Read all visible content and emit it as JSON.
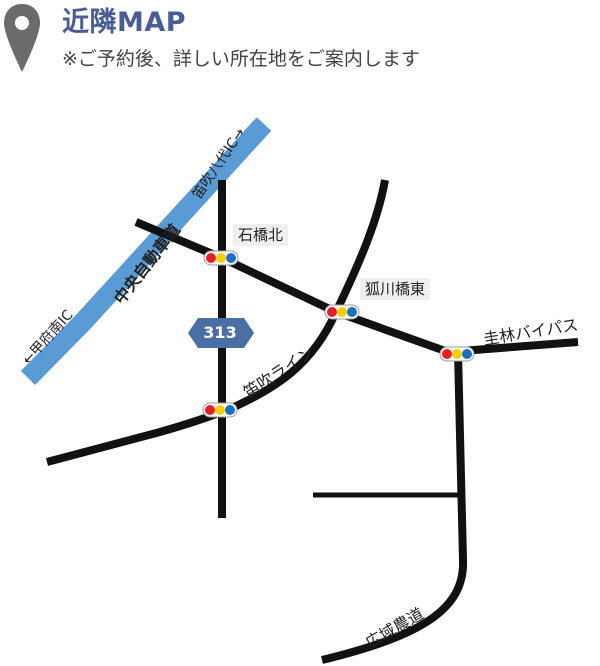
{
  "header": {
    "title": "近隣MAP",
    "subtitle": "※ご予約後、詳しい所在地をご案内します"
  },
  "map": {
    "expressway": {
      "name": "中央自動車道",
      "toward_west": "←甲府南IC",
      "toward_east": "笛吹八代IC→"
    },
    "route_number": "313",
    "roads": {
      "fuefuki_line": "笛吹ライン",
      "keirin_bypass": "圭林バイパス",
      "koiki_nodo": "広域農道"
    },
    "intersections": {
      "ishibashi_kita": "石橋北",
      "kitsunegawa_bashi_higashi": "狐川橋東"
    },
    "colors": {
      "expressway": "#5b9bd5",
      "road": "#111111",
      "route_shield": "#4a6fa5",
      "signal_red": "#e61e25",
      "signal_yellow": "#f5d000",
      "signal_blue": "#1b6fc4"
    }
  }
}
